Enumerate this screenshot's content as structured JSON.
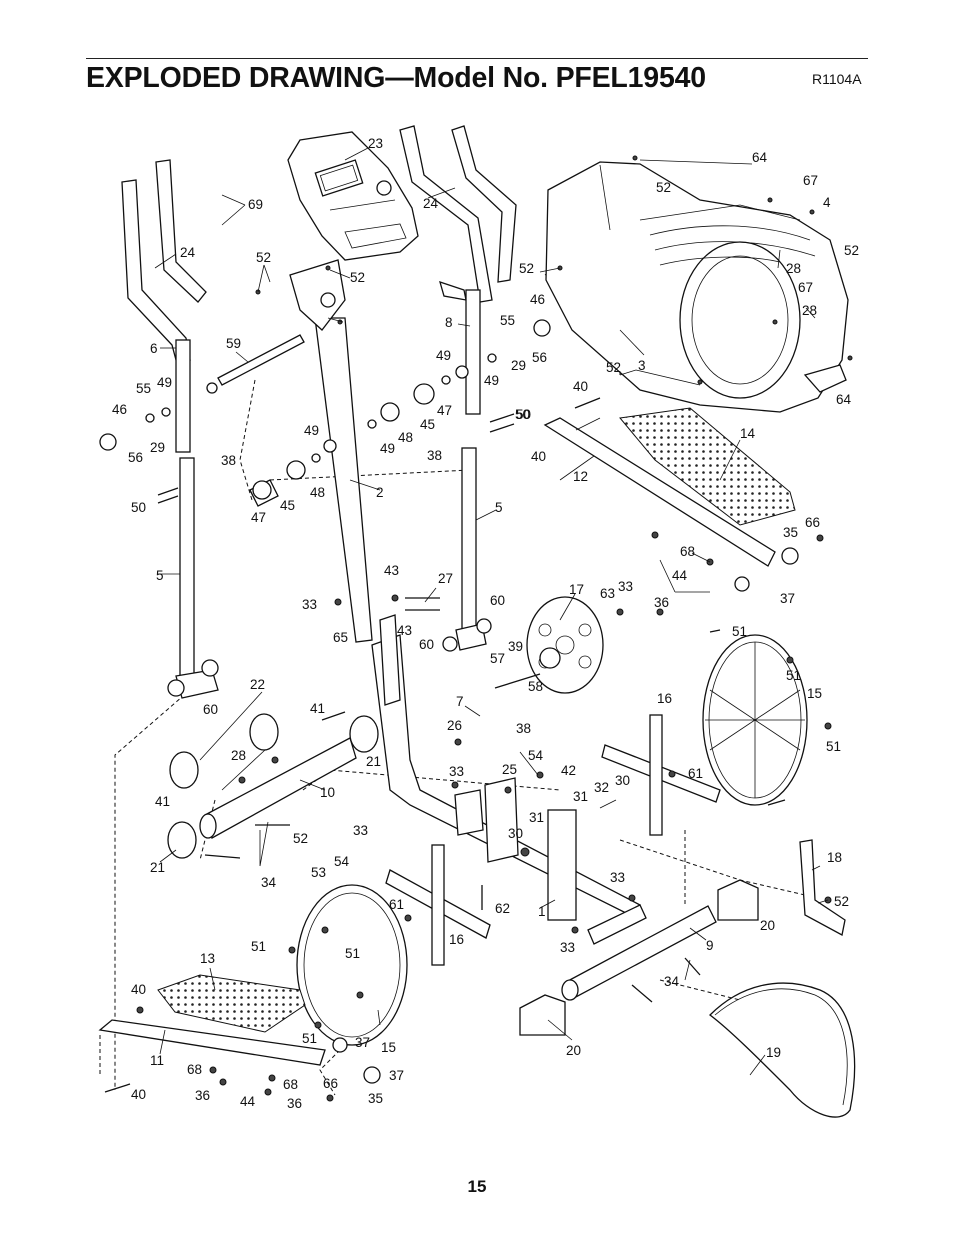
{
  "page": {
    "title": "EXPLODED DRAWING—Model No. PFEL19540",
    "drawing_code": "R1104A",
    "page_number": "15"
  },
  "part_labels": [
    "23",
    "69",
    "24",
    "64",
    "52",
    "67",
    "4",
    "52",
    "52",
    "52",
    "24",
    "52",
    "28",
    "67",
    "3",
    "52",
    "28",
    "59",
    "6",
    "8",
    "55",
    "46",
    "49",
    "56",
    "49",
    "29",
    "55",
    "46",
    "29",
    "56",
    "49",
    "47",
    "45",
    "48",
    "49",
    "40",
    "49",
    "38",
    "38",
    "50",
    "50",
    "50",
    "2",
    "47",
    "45",
    "48",
    "5",
    "5",
    "64",
    "14",
    "12",
    "40",
    "35",
    "66",
    "68",
    "44",
    "37",
    "36",
    "27",
    "43",
    "43",
    "33",
    "60",
    "60",
    "65",
    "17",
    "63",
    "33",
    "39",
    "57",
    "58",
    "60",
    "22",
    "41",
    "7",
    "26",
    "38",
    "51",
    "16",
    "15",
    "51",
    "51",
    "28",
    "21",
    "33",
    "25",
    "54",
    "42",
    "61",
    "30",
    "32",
    "31",
    "41",
    "10",
    "52",
    "33",
    "54",
    "31",
    "30",
    "53",
    "21",
    "34",
    "33",
    "18",
    "52",
    "61",
    "62",
    "1",
    "16",
    "20",
    "9",
    "33",
    "51",
    "51",
    "13",
    "40",
    "51",
    "37",
    "15",
    "34",
    "11",
    "20",
    "19",
    "68",
    "68",
    "37",
    "36",
    "44",
    "36",
    "66",
    "35",
    "40"
  ]
}
